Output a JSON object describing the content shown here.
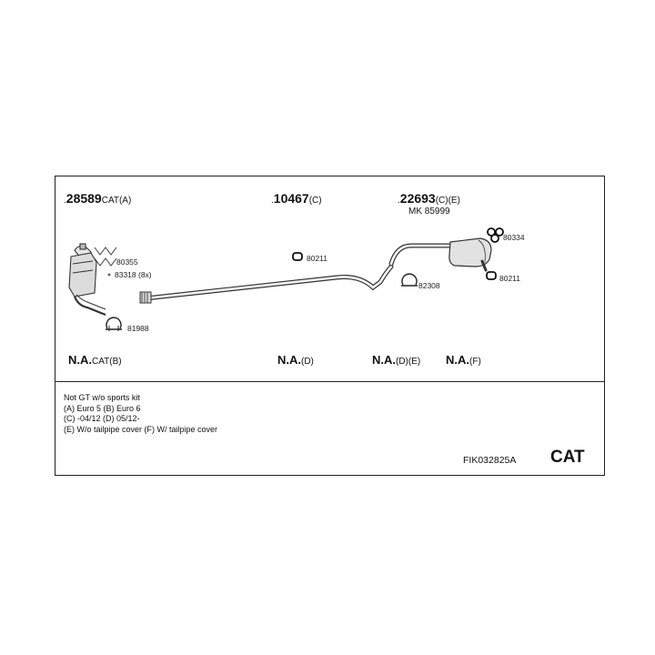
{
  "title_groups": [
    {
      "number": "28589",
      "suffix": "CAT(A)"
    },
    {
      "number": "10467",
      "suffix": "(C)"
    },
    {
      "number": "22693",
      "suffix": "(C)(E)"
    }
  ],
  "sub_ref": "MK 85999",
  "parts": {
    "p80355": "80355",
    "p83318": "83318 (8x)",
    "p81988": "81988",
    "p80211a": "80211",
    "p82308": "82308",
    "p80334": "80334",
    "p80211b": "80211"
  },
  "na_labels": [
    {
      "bold": "N.A.",
      "rest": "CAT(B)"
    },
    {
      "bold": "N.A.",
      "rest": "(D)"
    },
    {
      "bold": "N.A.",
      "rest": "(D)(E)"
    },
    {
      "bold": "N.A.",
      "rest": "(F)"
    }
  ],
  "notes": [
    "Not GT   w/o sports kit",
    "(A) Euro 5 (B) Euro 6",
    "(C) -04/12 (D) 05/12-",
    "(E) W/o tailpipe cover (F) W/ tailpipe cover"
  ],
  "code": "FIK032825A",
  "cat_label": "CAT"
}
